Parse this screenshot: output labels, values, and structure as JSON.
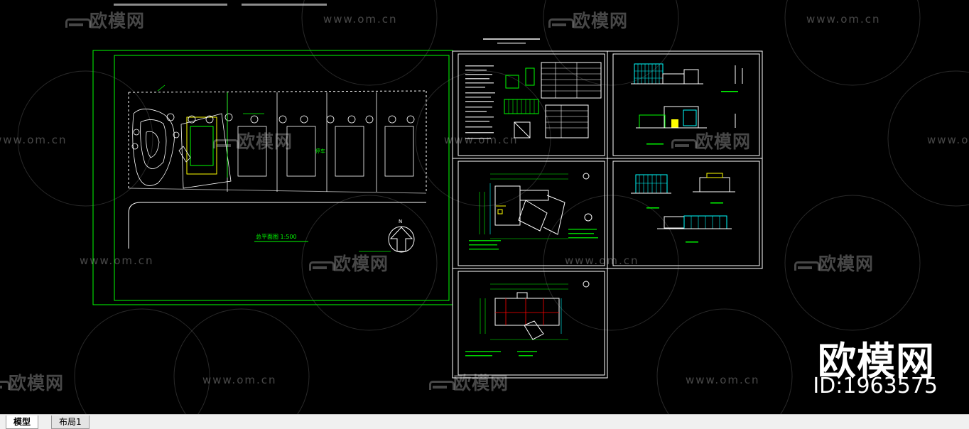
{
  "drawing": {
    "site_plan_title": "总平面图 1:500",
    "north_label": "N"
  },
  "watermarks": {
    "brand_cn": "欧模网",
    "url": "www.om.cn"
  },
  "brand": {
    "name": "欧模网",
    "id_text": "ID:1963575"
  },
  "tabs": {
    "model_label": "模型",
    "layout_label": "布局1"
  },
  "colors": {
    "background": "#000000",
    "frame": "#ffffff",
    "site_border": "#00ff00",
    "cad_green": "#00ff00",
    "cad_cyan": "#00ffff",
    "cad_yellow": "#ffff00",
    "cad_red": "#ff0000",
    "cad_white": "#ffffff"
  }
}
